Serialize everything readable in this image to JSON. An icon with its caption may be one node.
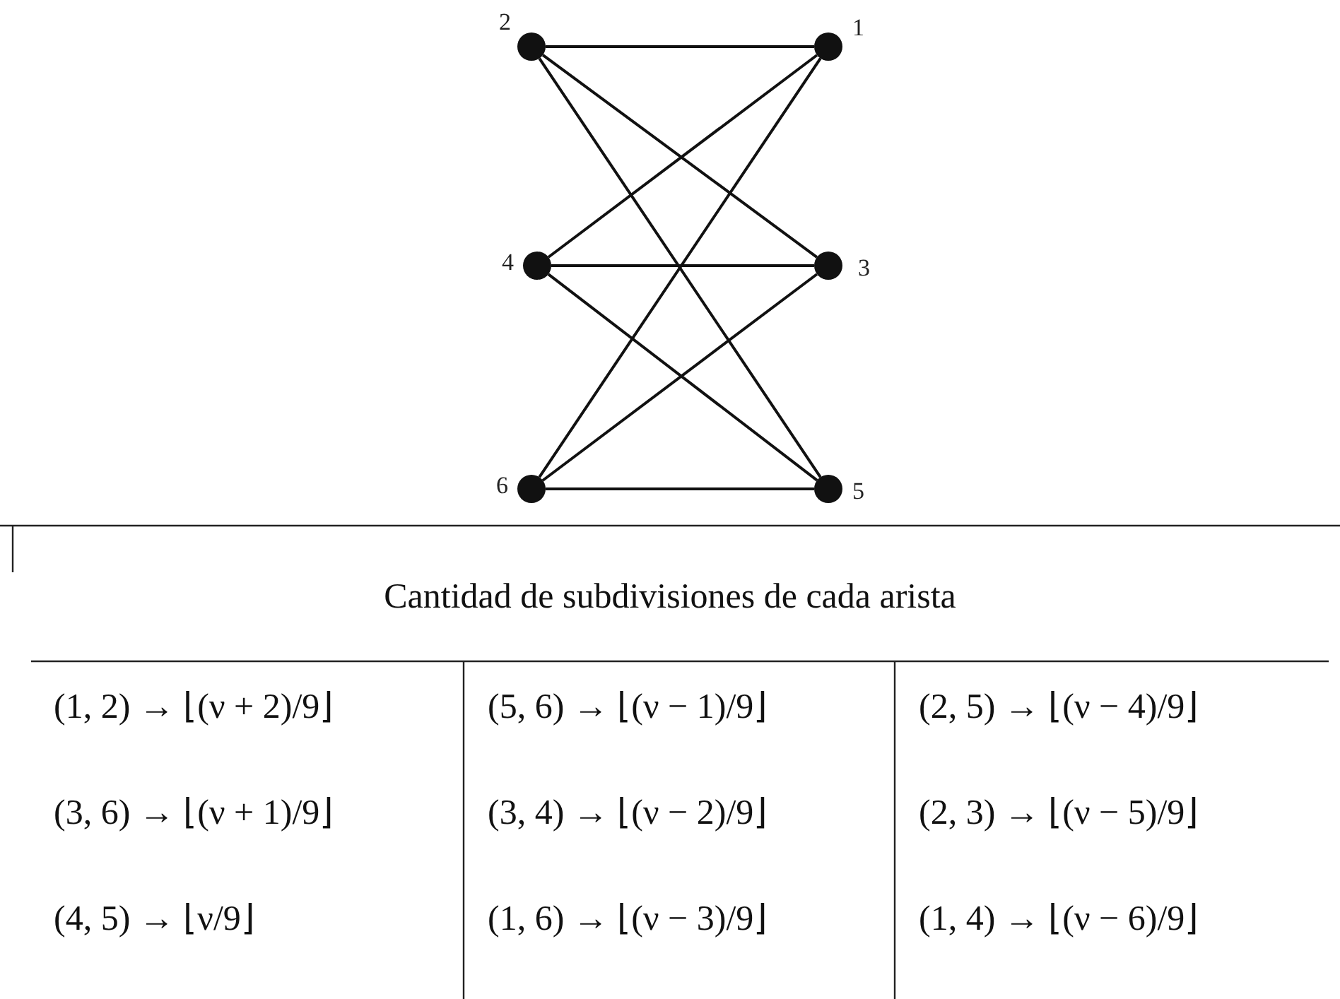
{
  "diagram": {
    "nodes": [
      {
        "text": [
          "2"
        ]
      },
      {
        "text": [
          "1"
        ]
      },
      {
        "text": [
          "4"
        ]
      },
      {
        "text": [
          "3"
        ]
      },
      {
        "text": [
          "6"
        ]
      },
      {
        "text": [
          "5"
        ]
      }
    ],
    "edges": [
      {
        "from": 0,
        "to": 1,
        "arrow": "none"
      },
      {
        "from": 0,
        "to": 3,
        "arrow": "none"
      },
      {
        "from": 0,
        "to": 5,
        "arrow": "none"
      },
      {
        "from": 2,
        "to": 1,
        "arrow": "none"
      },
      {
        "from": 2,
        "to": 3,
        "arrow": "none"
      },
      {
        "from": 2,
        "to": 5,
        "arrow": "none"
      },
      {
        "from": 4,
        "to": 1,
        "arrow": "none"
      },
      {
        "from": 4,
        "to": 3,
        "arrow": "none"
      },
      {
        "from": 4,
        "to": 5,
        "arrow": "none"
      }
    ],
    "labels": [
      "Cantidad de subdivisiones de cada arista",
      "(1, 2) → ⌊(ν + 2)/9⌋",
      "(5, 6) → ⌊(ν − 1)/9⌋",
      "(2, 5) → ⌊(ν − 4)/9⌋",
      "(3, 6) → ⌊(ν + 1)/9⌋",
      "(3, 4) → ⌊(ν − 2)/9⌋",
      "(2, 3) → ⌊(ν − 5)/9⌋",
      "(4, 5) → ⌊ν/9⌋",
      "(1, 6) → ⌊(ν − 3)/9⌋",
      "(1, 4) → ⌊(ν − 6)/9⌋"
    ]
  }
}
